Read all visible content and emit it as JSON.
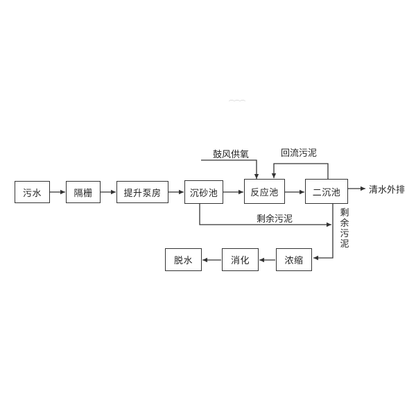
{
  "boxes": {
    "wastewater": "污水",
    "screen": "隔栅",
    "lift_pump": "提升泵房",
    "grit_tank": "沉砂池",
    "reaction_tank": "反应池",
    "secondary_clarifier": "二沉池",
    "thickening": "浓缩",
    "digestion": "消化",
    "dewatering": "脱水"
  },
  "labels": {
    "aeration": "鼓风供氧",
    "return_sludge": "回流污泥",
    "clear_water": "清水外排",
    "excess_sludge_h": "剩余污泥",
    "excess_sludge_v": "剩余污泥"
  }
}
